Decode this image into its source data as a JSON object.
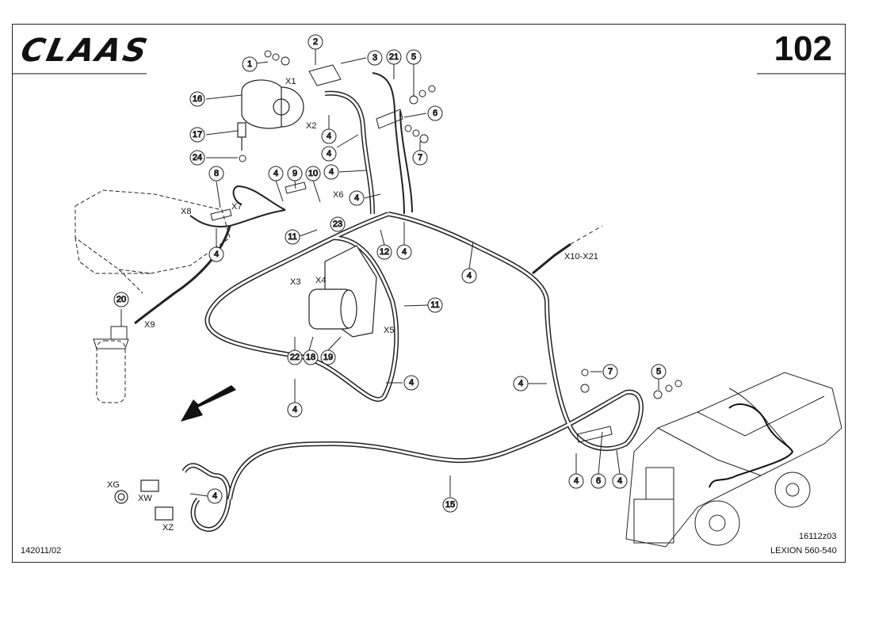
{
  "header": {
    "brand": "CLAAS",
    "page_number": "102"
  },
  "footer": {
    "left_code": "142011/02",
    "drawing_code": "16112z03",
    "model": "LEXION 560-540"
  },
  "balloons": [
    "1",
    "2",
    "3",
    "21",
    "5",
    "6",
    "7",
    "16",
    "17",
    "24",
    "4",
    "8",
    "9",
    "10",
    "6",
    "11",
    "12",
    "23",
    "20",
    "4",
    "11",
    "22",
    "18",
    "19",
    "5",
    "7",
    "15"
  ],
  "connectors": [
    "X1",
    "X2",
    "X6",
    "X7",
    "X8",
    "X3",
    "X4",
    "X5",
    "X9",
    "X10-X21",
    "XG",
    "XW",
    "XZ"
  ],
  "colors": {
    "line": "#111111",
    "background": "#ffffff"
  }
}
